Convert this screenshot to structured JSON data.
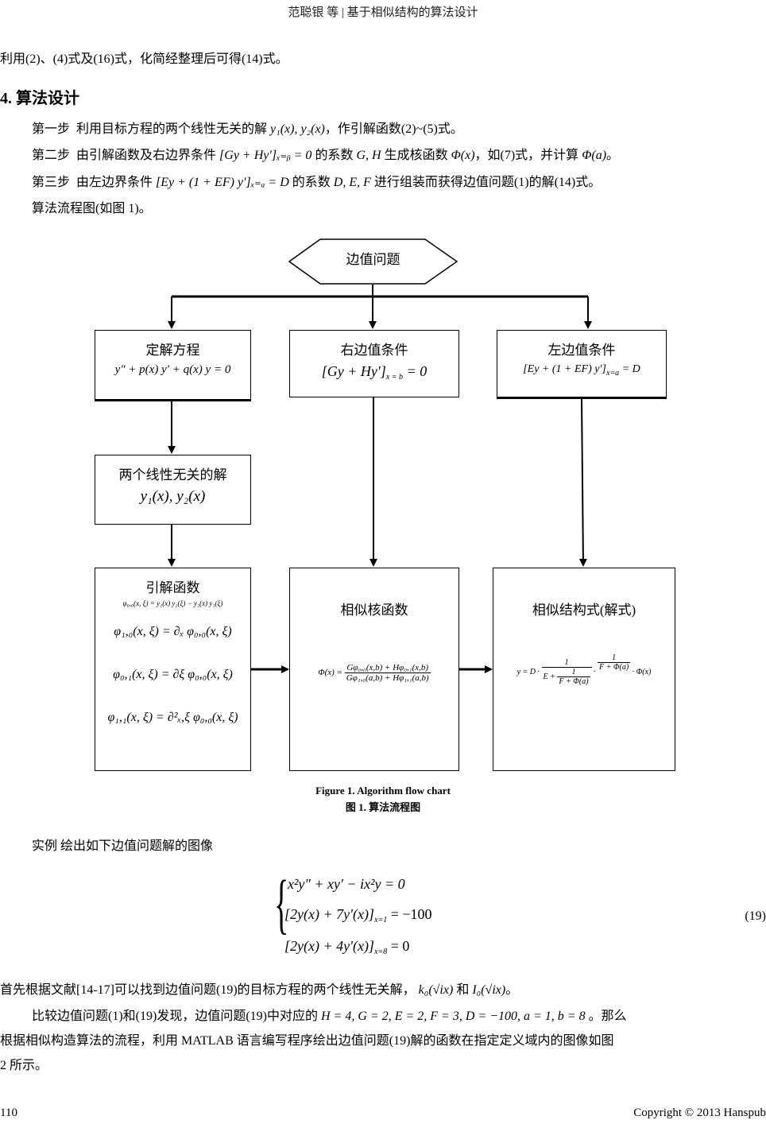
{
  "header": {
    "running_title": "范聪银 等 | 基于相似结构的算法设计"
  },
  "intro_line": "利用(2)、(4)式及(16)式，化简经整理后可得(14)式。",
  "section": {
    "number": "4.",
    "title": "算法设计"
  },
  "steps": [
    {
      "label": "第一步",
      "pre": "利用目标方程的两个线性无关的解",
      "math": "y₁(x), y₂(x)",
      "post": "，作引解函数(2)~(5)式。"
    },
    {
      "label": "第二步",
      "pre": "由引解函数及右边界条件",
      "math": "[Gy + Hy′]ₓ₌ᵦ = 0",
      "mid": "的系数",
      "math2": "G, H",
      "mid2": "生成核函数",
      "math3": "Φ(x)",
      "post": "，如(7)式，并计算",
      "math4": "Φ(a)",
      "end": "。"
    },
    {
      "label": "第三步",
      "pre": "由左边界条件",
      "math": "[Ey + (1 + EF) y′]ₓ₌ₐ = D",
      "mid": "的系数",
      "math2": "D, E, F",
      "post": "进行组装而获得边值问题(1)的解(14)式。"
    }
  ],
  "flow_intro": "算法流程图(如图 1)。",
  "flowchart": {
    "start": "边值问题",
    "boxes": {
      "equation": {
        "title": "定解方程",
        "formula": "y″ + p(x) y′ + q(x) y = 0"
      },
      "right_bc": {
        "title": "右边值条件",
        "formula_main": "[Gy + Hy′]",
        "formula_sub": "x = b",
        "formula_rhs": "= 0"
      },
      "left_bc": {
        "title": "左边值条件",
        "formula_main": "[Ey + (1 + EF) y′]",
        "formula_sub": "x=a",
        "formula_rhs": "= D"
      },
      "solutions": {
        "title": "两个线性无关的解",
        "formula": "y₁(x),   y₂(x)"
      },
      "lead_functions": {
        "title": "引解函数",
        "formulas": [
          "φ₀,₀(x, ξ) = y₁(x) y₂(ξ) − y₂(x) y₁(ξ)",
          "φ₁,₀(x, ξ) = ∂ₓ φ₀,₀(x, ξ)",
          "φ₀,₁(x, ξ) = ∂ξ φ₀,₀(x, ξ)",
          "φ₁,₁(x, ξ) = ∂²ₓ,ξ φ₀,₀(x, ξ)"
        ]
      },
      "kernel": {
        "title": "相似核函数",
        "lhs": "Φ(x) =",
        "numerator": "Gφ₀,₀(x,b) + Hφ₀,₁(x,b)",
        "denominator": "Gφ₁,₀(a,b) + Hφ₁,₁(a,b)"
      },
      "structure": {
        "title": "相似结构式(解式)",
        "lhs": "y = D ·",
        "f1_num": "1",
        "f1_den_pre": "E +",
        "f1_inner_num": "1",
        "f1_inner_den": "F + Φ(a)",
        "dot": "·",
        "f2_num": "1",
        "f2_den": "F + Φ(a)",
        "tail": "· Φ(x)"
      }
    }
  },
  "figure": {
    "caption_en": "Figure 1. Algorithm flow chart",
    "caption_zh": "图 1. 算法流程图"
  },
  "example": {
    "intro": "实例  绘出如下边值问题解的图像",
    "equations": [
      {
        "main": "x²y″ + xy′ − ix²y = 0",
        "sub": "",
        "rhs": ""
      },
      {
        "main": "[2y(x) + 7y′(x)]",
        "sub": "x=1",
        "rhs": "= −100"
      },
      {
        "main": "[2y(x) + 4y′(x)]",
        "sub": "x=8",
        "rhs": "= 0"
      }
    ],
    "eq_number": "(19)"
  },
  "para1": {
    "text": "首先根据文献[14-17]可以找到边值问题(19)的目标方程的两个线性无关解，",
    "m1": "k₀(√ix)",
    "and": "和",
    "m2": "I₀(√ix)",
    "end": "。"
  },
  "para2": {
    "line1_pre": "比较边值问题(1)和(19)发现，边值问题(19)中对应的",
    "line1_math": "H = 4, G = 2,  E = 2, F = 3, D = −100,   a = 1, b = 8",
    "line1_post": "。那么",
    "line2": "根据相似构造算法的流程，利用 MATLAB 语言编写程序绘出边值问题(19)解的函数在指定定义域内的图像如图",
    "line3": "2 所示。"
  },
  "footer": {
    "page_number": "110",
    "copyright": "Copyright © 2013 Hanspub"
  }
}
